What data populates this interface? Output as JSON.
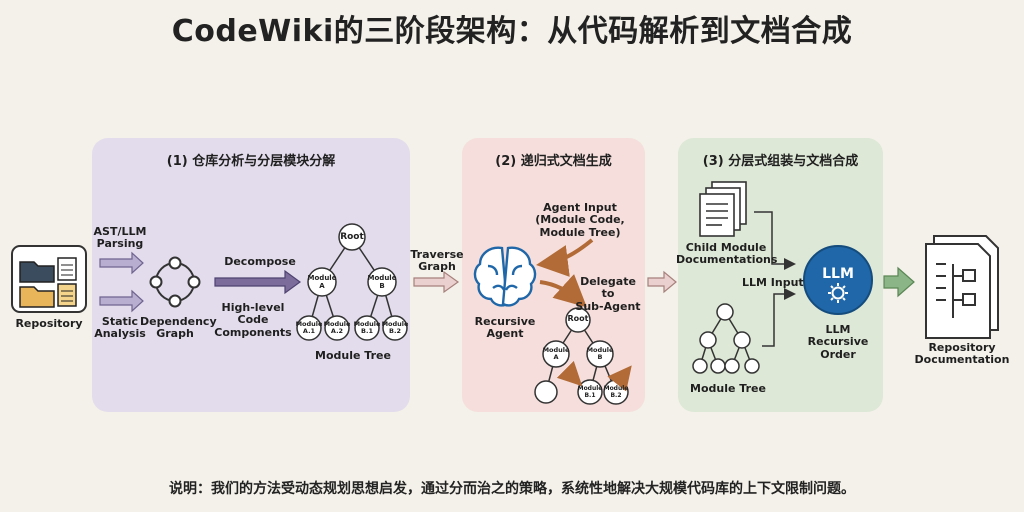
{
  "title": "CodeWiki的三阶段架构：从代码解析到文档合成",
  "caption": "说明：我们的方法受动态规划思想启发，通过分而治之的策略，系统性地解决大规模代码库的上下文限制问题。",
  "repository": {
    "label": "Repository"
  },
  "stage1": {
    "title": "(1) 仓库分析与分层模块分解",
    "ast_label": "AST/LLM\nParsing",
    "static_label": "Static\nAnalysis",
    "graph_label": "Dependency\nGraph",
    "decompose_label": "Decompose",
    "components_label": "High-level\nCode\nComponents",
    "tree": {
      "root": "Root",
      "a": "Module\nA",
      "b": "Module\nB",
      "a1": "Module\nA.1",
      "a2": "Module\nA.2",
      "b1": "Module\nB.1",
      "b2": "Module\nB.2"
    },
    "tree_label": "Module Tree"
  },
  "traverse_label": "Traverse\nGraph",
  "stage2": {
    "title": "(2) 递归式文档生成",
    "agent_input": "Agent Input\n(Module Code,\nModule Tree)",
    "agent_label": "Recursive\nAgent",
    "delegate_label": "Delegate to\nSub-Agent",
    "tree": {
      "root": "Root",
      "a": "Module\nA",
      "b": "Module\nB",
      "b1": "Module\nB.1",
      "b2": "Module\nB.2"
    }
  },
  "stage3": {
    "title": "(3) 分层式组装与文档合成",
    "child_docs": "Child Module\nDocumentations",
    "llm_input": "LLM Input",
    "llm": "LLM",
    "llm_label": "LLM\nRecursive\nOrder",
    "module_tree": "Module Tree"
  },
  "output": {
    "label": "Repository\nDocumentation"
  },
  "colors": {
    "stage1": "#e3dcec",
    "stage2": "#f5dedb",
    "stage3": "#dde8d6",
    "llm": "#1f67a8",
    "arrow_purple": "#8c80a7",
    "arrow_green": "#7aa475"
  }
}
